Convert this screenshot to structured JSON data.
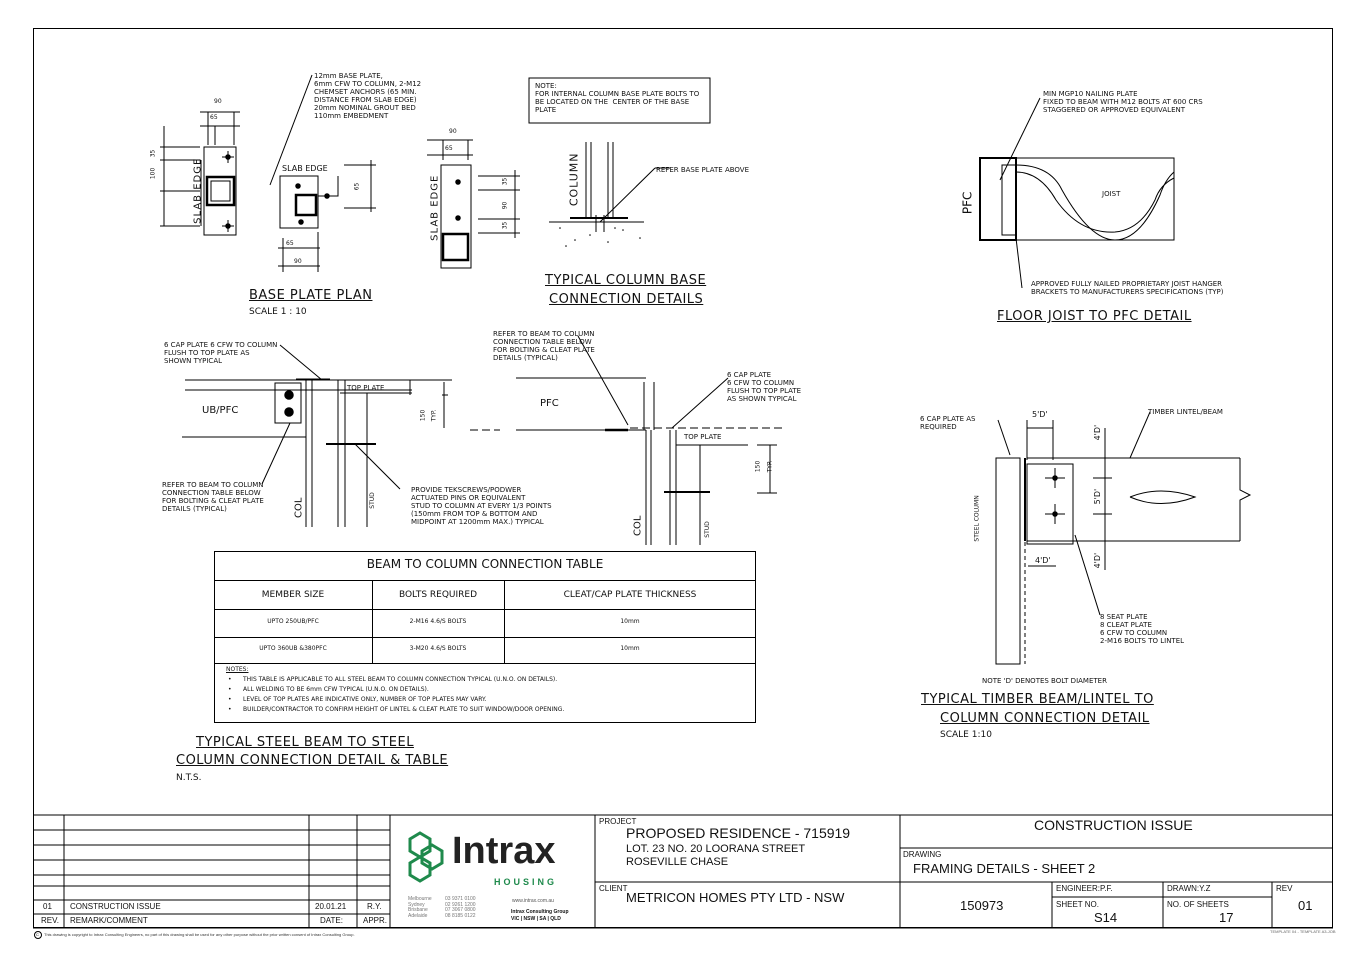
{
  "base_plate": {
    "note": "12mm BASE PLATE,\n6mm CFW TO COLUMN, 2-M12\nCHEMSET ANCHORS (65 MIN.\nDISTANCE FROM SLAB EDGE)\n20mm NOMINAL GROUT BED\n110mm EMBEDMENT",
    "dims": {
      "d90": "90",
      "d65": "65",
      "d35": "35",
      "d100": "100",
      "d65b": "65",
      "d90b": "90",
      "d65c": "65",
      "d90c": "90",
      "d35c": "35",
      "d90d": "90",
      "d35d": "35",
      "d65d": "65"
    },
    "slab_edge": "SLAB EDGE",
    "title": "BASE PLATE PLAN",
    "scale": "SCALE 1 : 10"
  },
  "column_base": {
    "note": "NOTE:\nFOR INTERNAL COLUMN BASE PLATE BOLTS TO\nBE LOCATED ON THE  CENTER OF THE BASE\nPLATE",
    "column": "COLUMN",
    "refer": "REFER BASE PLATE ABOVE",
    "title_1": "TYPICAL COLUMN BASE",
    "title_2": "CONNECTION DETAILS"
  },
  "floor_joist": {
    "note_top": "MIN MGP10 NAILING PLATE\nFIXED TO BEAM WITH M12 BOLTS AT 600 CRS\nSTAGGERED OR APPROVED EQUIVALENT",
    "pfc": "PFC",
    "joist": "JOIST",
    "note_bottom": "APPROVED FULLY NAILED PROPRIETARY JOIST HANGER\nBRACKETS TO MANUFACTURERS SPECIFICATIONS (TYP)",
    "title": "FLOOR JOIST TO PFC DETAIL"
  },
  "steel_beam": {
    "cap_note": "6 CAP PLATE 6 CFW TO COLUMN\nFLUSH TO TOP PLATE AS\nSHOWN TYPICAL",
    "ub_pfc": "UB/PFC",
    "top_plate": "TOP PLATE",
    "d150": "150",
    "typ": "TYP.",
    "refer_note": "REFER TO BEAM TO COLUMN\nCONNECTION TABLE BELOW\nFOR BOLTING & CLEAT PLATE\nDETAILS (TYPICAL)",
    "col": "COL",
    "stud": "STUD",
    "provide_note": "PROVIDE TEKSCREWS/PODWER\nACTUATED PINS OR EQUIVALENT\nSTUD TO COLUMN AT EVERY 1/3 POINTS\n(150mm FROM TOP & BOTTOM AND\nMIDPOINT AT 1200mm MAX.) TYPICAL",
    "refer_note_2": "REFER TO BEAM TO COLUMN\nCONNECTION TABLE BELOW\nFOR BOLTING & CLEAT PLATE\nDETAILS (TYPICAL)",
    "pfc": "PFC",
    "cap_note_2": "6 CAP PLATE\n6 CFW TO COLUMN\nFLUSH TO TOP PLATE\nAS SHOWN TYPICAL",
    "top_plate_2": "TOP PLATE",
    "d150_2": "150",
    "typ_2": "TYP.",
    "col_2": "COL",
    "stud_2": "STUD",
    "title_1": "TYPICAL STEEL BEAM TO STEEL",
    "title_2": "COLUMN CONNECTION DETAIL & TABLE",
    "nts": "N.T.S."
  },
  "conn_table": {
    "title": "BEAM TO COLUMN CONNECTION TABLE",
    "headers": [
      "MEMBER SIZE",
      "BOLTS REQUIRED",
      "CLEAT/CAP PLATE THICKNESS"
    ],
    "rows": [
      [
        "UPTO 250UB/PFC",
        "2-M16 4.6/S BOLTS",
        "10mm"
      ],
      [
        "UPTO 360UB &380PFC",
        "3-M20 4.6/S BOLTS",
        "10mm"
      ]
    ],
    "notes_label": "NOTES:",
    "notes": [
      "THIS TABLE IS APPLICABLE TO ALL STEEL BEAM TO COLUMN  CONNECTION TYPICAL (U.N.O. ON DETAILS).",
      "ALL WELDING TO BE 6mm CFW TYPICAL (U.N.O. ON DETAILS).",
      "LEVEL OF TOP PLATES ARE INDICATIVE ONLY, NUMBER OF TOP PLATES MAY VARY.",
      "BUILDER/CONTRACTOR TO CONFIRM HEIGHT OF LINTEL & CLEAT PLATE TO SUIT WINDOW/DOOR OPENING."
    ]
  },
  "timber_beam": {
    "cap_note": "6 CAP PLATE AS\nREQUIRED",
    "lintel": "TIMBER LINTEL/BEAM",
    "d5d": "5'D'",
    "d4d": "4'D'",
    "d5d_v": "5'D'",
    "d4d_h": "4'D'",
    "d4d_v": "4'D'",
    "steel_column": "STEEL COLUMN",
    "plate_note": "8 SEAT PLATE\n8 CLEAT PLATE\n6 CFW TO COLUMN\n2-M16 BOLTS TO LINTEL",
    "bolt_note": "NOTE 'D' DENOTES BOLT DIAMETER",
    "title_1": "TYPICAL TIMBER BEAM/LINTEL TO",
    "title_2": "COLUMN CONNECTION DETAIL",
    "scale": "SCALE 1:10"
  },
  "title_block": {
    "rev_rows": [
      {
        "rev": "01",
        "remark": "CONSTRUCTION ISSUE",
        "date": "20.01.21",
        "appr": "R.Y."
      }
    ],
    "rev_header": {
      "rev": "REV.",
      "remark": "REMARK/COMMENT",
      "date": "DATE:",
      "appr": "APPR."
    },
    "logo_text": "Intrax",
    "logo_sub": "HOUSING",
    "offices": "Melbourne\nSydney\nBrisbane\nAdelaide",
    "phones": "03 9371 0100\n02 9261 1200\n07 3067 0800\n08 8185 0122",
    "website": "www.intrax.com.au",
    "group": "Intrax Consulting Group",
    "states": "VIC | NSW | SA | QLD",
    "project_label": "PROJECT",
    "project_name": "PROPOSED RESIDENCE - 715919",
    "project_addr_1": "LOT. 23 NO. 20 LOORANA STREET",
    "project_addr_2": "ROSEVILLE CHASE",
    "client_label": "CLIENT",
    "client_name": "METRICON HOMES PTY LTD - NSW",
    "issue": "CONSTRUCTION ISSUE",
    "drawing_label": "DRAWING",
    "drawing_name": "FRAMING DETAILS - SHEET 2",
    "job_no": "150973",
    "engineer": "ENGINEER:P.F.",
    "drawn": "DRAWN:Y.Z",
    "rev_label": "REV",
    "rev_val": "01",
    "sheet_no_label": "SHEET NO.",
    "sheet_no": "S14",
    "no_sheets_label": "NO. OF SHEETS",
    "no_sheets": "17",
    "copyright": "This drawing is copyright to Intrax Consulting Engineers, no part of this drawing shall be used for any other purpose without the prior written consent of Intrax Consulting Group.",
    "template": "TEMPLATE 04 - TEMPLATE A3-JOB"
  }
}
